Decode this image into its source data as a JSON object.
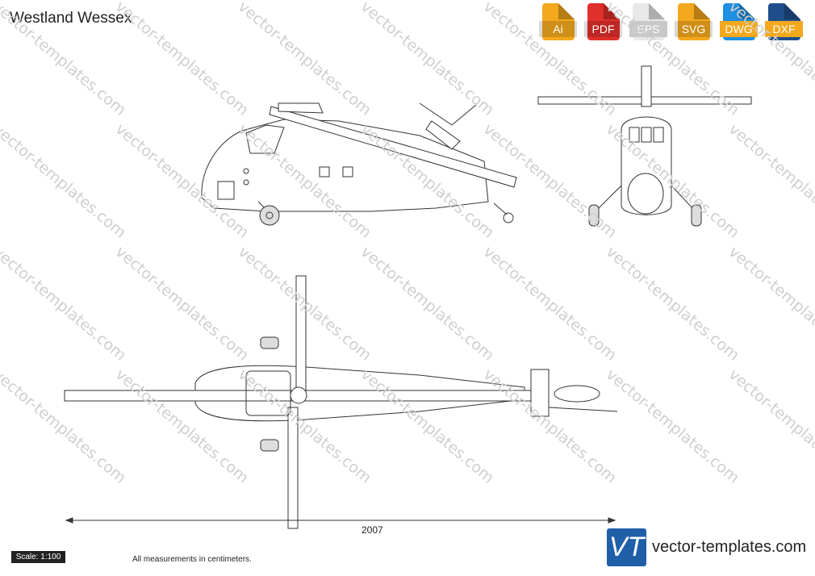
{
  "title": "Westland Wessex",
  "formats": [
    {
      "label": "Ai",
      "color": "#f4a81d"
    },
    {
      "label": "PDF",
      "color": "#e0302b"
    },
    {
      "label": "EPS",
      "color": "#e8e8e8"
    },
    {
      "label": "SVG",
      "color": "#f4a81d"
    },
    {
      "label": "DWG",
      "color": "#1e8fe1"
    },
    {
      "label": "DXF",
      "color": "#1f4e8c"
    }
  ],
  "dimension": "2007",
  "scale": "Scale: 1:100",
  "note": "All measurements in centimeters.",
  "brand": {
    "logo": "VT",
    "text": "vector-templates.com",
    "color": "#1f5fa8"
  },
  "watermark": "vector-templates.com"
}
